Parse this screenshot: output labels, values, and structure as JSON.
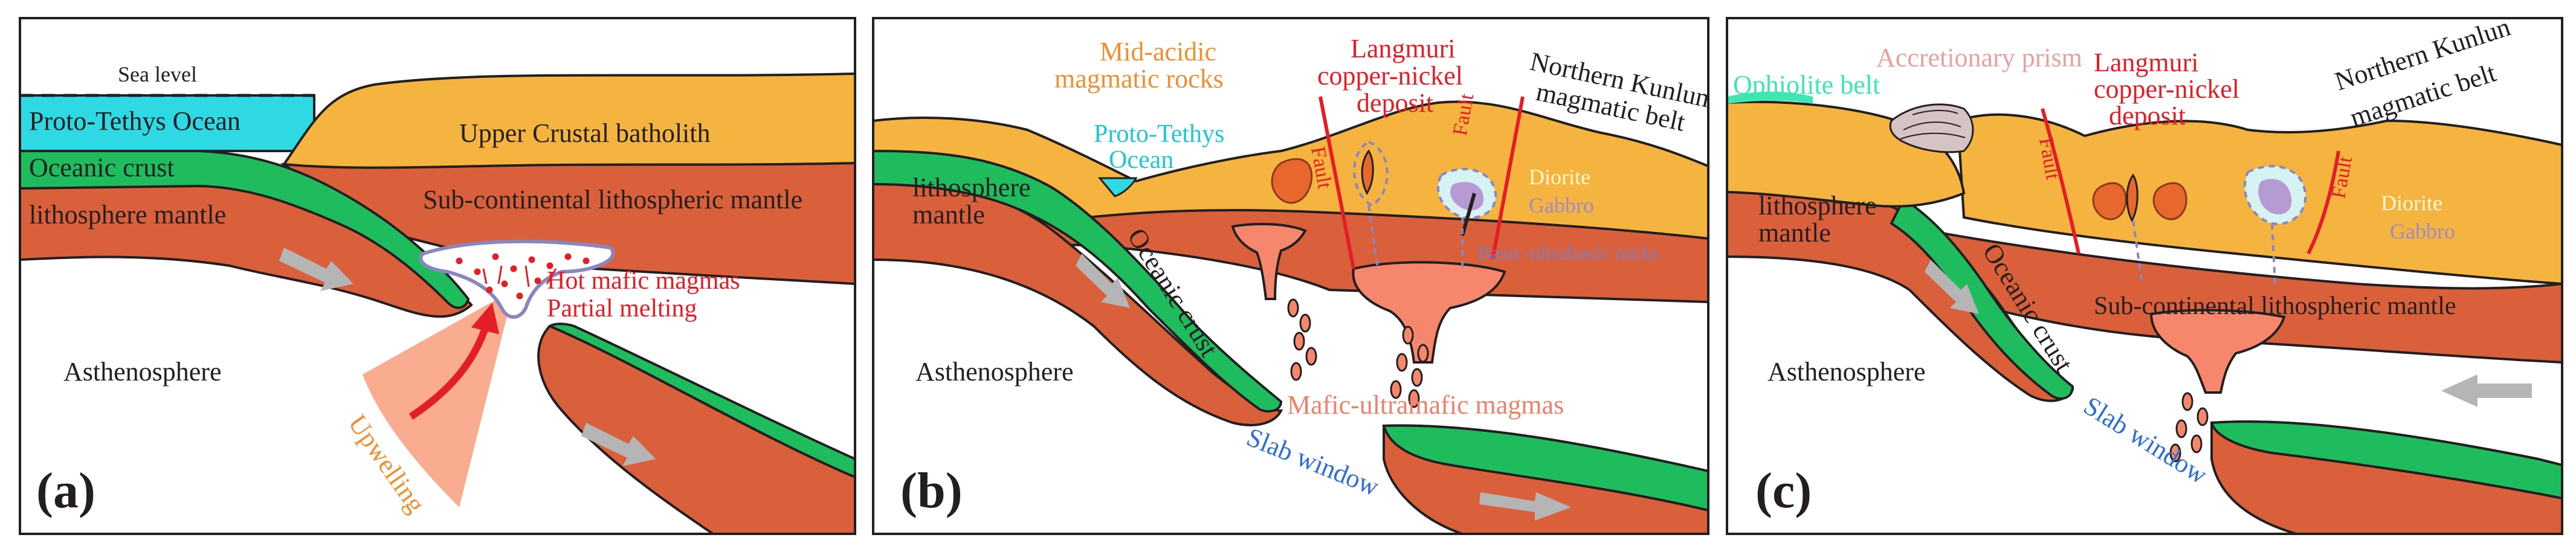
{
  "colors": {
    "asthenosphere": "#ffffff",
    "mantle": "#d9603b",
    "crust": "#f4b43f",
    "oceanic_crust": "#1fbc5d",
    "ocean": "#2fd9e3",
    "magma": "#f6876d",
    "outline": "#231f20",
    "fault": "#e41e26",
    "text_red": "#e41e26",
    "text_orange": "#ef8f2f",
    "text_cyan": "#1ec8d2",
    "text_blue": "#2e6fd6",
    "text_salmon": "#f0806a",
    "text_pink": "#e8a0a0",
    "text_mint": "#3ee6b0",
    "text_purple": "#9f8ac6"
  },
  "panel_a": {
    "letter": "(a)",
    "sea_level": "Sea level",
    "ocean": "Proto-Tethys Ocean",
    "oceanic_crust": "Oceanic crust",
    "lith_mantle": "lithosphere mantle",
    "batholith": "Upper Crustal batholith",
    "subcont_mantle": "Sub-continental lithospheric mantle",
    "hot_magmas": "Hot mafic magmas",
    "partial_melting": "Partial melting",
    "asthenosphere": "Asthenosphere",
    "upwelling": "Upwelling"
  },
  "panel_b": {
    "letter": "(b)",
    "mid_acidic_1": "Mid-acidic",
    "mid_acidic_2": "magmatic rocks",
    "langmuri_1": "Langmuri",
    "langmuri_2": "copper-nickel",
    "langmuri_3": "deposit",
    "northern_1": "Northern Kunlun",
    "northern_2": "magmatic belt",
    "proto_1": "Proto-Tethys",
    "proto_2": "Ocean",
    "lith_1": "lithosphere",
    "lith_2": "mantle",
    "fault_1": "Fault",
    "fault_2": "Fault",
    "diorite": "Diorite",
    "gabbro": "Gabbro",
    "basic": "Basic-ultrabasic rocks",
    "oceanic_crust": "Oceanic crust",
    "asthenosphere": "Asthenosphere",
    "mafic_ultramafic": "Mafic-ultramafic magmas",
    "slab_window": "Slab window"
  },
  "panel_c": {
    "letter": "(c)",
    "accretionary": "Accretionary prism",
    "ophiolite": "Ophiolite belt",
    "langmuri_1": "Langmuri",
    "langmuri_2": "copper-nickel",
    "langmuri_3": "deposit",
    "northern_1": "Northern Kunlun",
    "northern_2": "magmatic belt",
    "lith_1": "lithosphere",
    "lith_2": "mantle",
    "fault_1": "Fault",
    "fault_2": "Fault",
    "diorite": "Diorite",
    "gabbro": "Gabbro",
    "oceanic_crust": "Oceanic crust",
    "subcont_mantle": "Sub-continental lithospheric mantle",
    "asthenosphere": "Asthenosphere",
    "slab_window": "Slab window"
  }
}
